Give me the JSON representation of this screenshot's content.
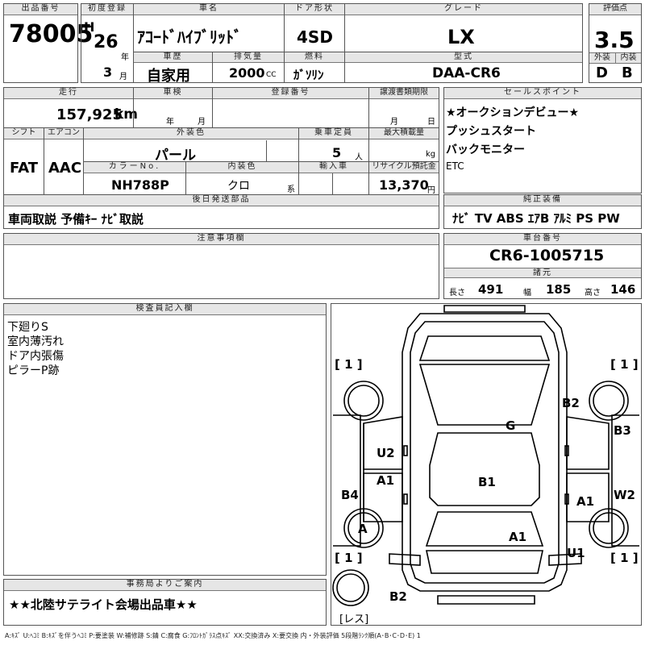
{
  "header": {
    "lot_label": "出品番号",
    "lot": "78005",
    "first_reg_label": "初度登録",
    "era": "H",
    "year": "26",
    "year_unit": "年",
    "month": "3",
    "month_unit": "月",
    "name_label": "車名",
    "car_name": "ｱｺｰﾄﾞﾊｲﾌﾞﾘｯﾄﾞ",
    "door_label": "ドア形状",
    "door": "4SD",
    "grade_label": "グレード",
    "grade": "LX",
    "score_label": "評価点",
    "score": "3.5",
    "ext_label": "外装",
    "ext": "D",
    "int_label": "内装",
    "int": "B",
    "history_label": "車歴",
    "history": "自家用",
    "displacement_label": "排気量",
    "displacement": "2000",
    "cc": "CC",
    "fuel_label": "燃料",
    "fuel": "ｶﾞｿﾘﾝ",
    "model_label": "型式",
    "model": "DAA-CR6"
  },
  "row2": {
    "mileage_label": "走行",
    "mileage": "157,925",
    "km": "km",
    "inspection_label": "車検",
    "insp_year": "年",
    "insp_month": "月",
    "reg_label": "登録番号",
    "transfer_label": "譲渡書類期限",
    "tr_month": "月",
    "tr_day": "日",
    "shift_label": "シフト",
    "shift": "FAT",
    "ac_label": "エアコン",
    "ac": "AAC",
    "color_label": "外装色",
    "color": "パール",
    "capacity_label": "乗車定員",
    "capacity": "5",
    "person": "人",
    "load_label": "最大積載量",
    "kg": "kg",
    "color_no_label": "カラーNo.",
    "color_no": "NH788P",
    "int_color_label": "内装色",
    "int_color": "クロ",
    "kei": "系",
    "import_label": "輸入車",
    "recycle_label": "リサイクル預託金",
    "recycle": "13,370",
    "yen": "円",
    "later_label": "後日発送部品",
    "later": "車両取説 予備ｷｰ ﾅﾋﾞ取説"
  },
  "sales": {
    "label": "セールスポイント",
    "lines": [
      "★オークションデビュー★",
      "プッシュスタート",
      "バックモニター",
      "ETC"
    ]
  },
  "equip": {
    "label": "純正装備",
    "items": "ﾅﾋﾞ TV ABS ｴｱB ｱﾙﾐ PS PW"
  },
  "notes": {
    "label": "注意事項欄"
  },
  "chassis": {
    "label": "車台番号",
    "number": "CR6-1005715"
  },
  "dims": {
    "label": "諸元",
    "len_label": "長さ",
    "len": "491",
    "wid_label": "幅",
    "wid": "185",
    "hei_label": "高さ",
    "hei": "146"
  },
  "inspector": {
    "label": "検査員記入欄",
    "lines": [
      "下廻りS",
      "室内薄汚れ",
      "ドア内張傷",
      "ピラーP跡"
    ]
  },
  "office": {
    "label": "事務局よりご案内",
    "text": "★★北陸サテライト会場出品車★★"
  },
  "diagram": {
    "marks": [
      "[ 1 ]",
      "[ 1 ]",
      "B2",
      "B3",
      "G",
      "U2",
      "A1",
      "B1",
      "B4",
      "A1",
      "W2",
      "A",
      "A1",
      "[ 1 ]",
      "U1",
      "[ 1 ]",
      "B2",
      "[レス]"
    ]
  },
  "legend": "A:ｷｽﾞ U:ﾍｺﾐ B:ｷｽﾞを伴うﾍｺﾐ P:要塗装 W:補修跡 S:錆 C:腐食 G:ﾌﾛﾝﾄｶﾞﾗｽ点ｷｽﾞ XX:交換済み X:要交換 内・外装評価 5段階ﾗﾝｸ順(A･B･C･D･E) 1"
}
